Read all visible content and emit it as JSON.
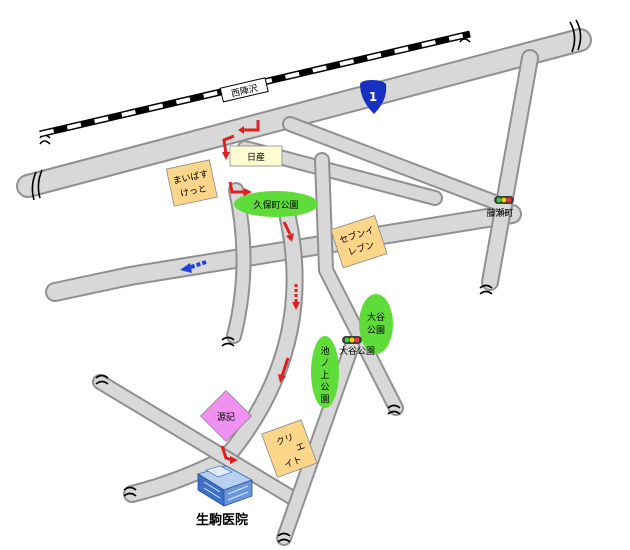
{
  "railway": {
    "station_name": "西陣沢"
  },
  "route": {
    "number": "1"
  },
  "landmarks": {
    "nissan": "日産",
    "maibasu_line1": "まいばす",
    "maibasu_line2": "けっと",
    "kubomachi_park": "久保町公園",
    "seven_line1": "セブンイ",
    "seven_line2": "レブン",
    "otani_park_line1": "大谷",
    "otani_park_line2": "公園",
    "otani_signal": "大谷公園",
    "fujiikiyo_signal": "藤瀬町",
    "ikenoue_line1": "池",
    "ikenoue_line2": "ノ",
    "ikenoue_line3": "上",
    "ikenoue_line4": "公",
    "ikenoue_line5": "園",
    "genki": "源記",
    "kuriito_line1": "クリ",
    "kuriito_line2": "エ",
    "kuriito_line3": "イト",
    "hospital": "生駒医院"
  },
  "colors": {
    "road_fill": "#d8d8d8",
    "road_edge": "#909090",
    "route_red": "#e02020",
    "route_blue": "#2040e0",
    "box_orange": "#fbd58a",
    "box_cream": "#fdfbd0",
    "park_green": "#5fdc3a",
    "genki_pink": "#f090f0",
    "shield_blue": "#1830c0"
  }
}
